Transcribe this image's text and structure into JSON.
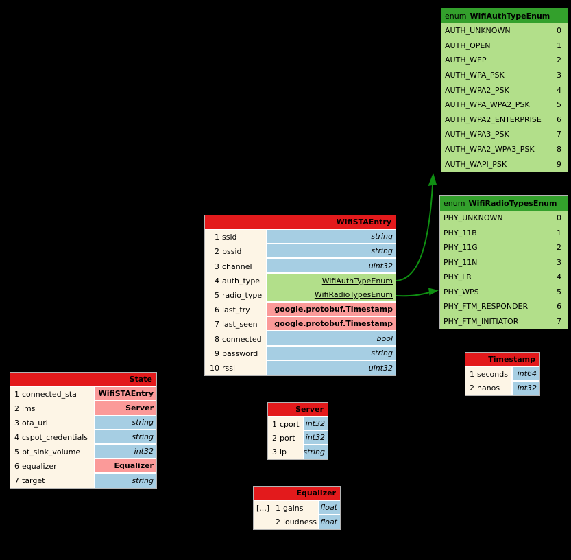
{
  "diagram": {
    "colors": {
      "message_header": "#e31a1c",
      "enum_header": "#33a02c",
      "enum_body": "#b2df8a",
      "scalar_cell": "#a6cee3",
      "message_ref_cell": "#fb9a99",
      "field_name_cell": "#fdf5e6",
      "edge": "#0f8f12"
    },
    "enums": [
      {
        "keyword": "enum",
        "name": "WifiAuthTypeEnum",
        "entries": [
          {
            "name": "AUTH_UNKNOWN",
            "value": "0"
          },
          {
            "name": "AUTH_OPEN",
            "value": "1"
          },
          {
            "name": "AUTH_WEP",
            "value": "2"
          },
          {
            "name": "AUTH_WPA_PSK",
            "value": "3"
          },
          {
            "name": "AUTH_WPA2_PSK",
            "value": "4"
          },
          {
            "name": "AUTH_WPA_WPA2_PSK",
            "value": "5"
          },
          {
            "name": "AUTH_WPA2_ENTERPRISE",
            "value": "6"
          },
          {
            "name": "AUTH_WPA3_PSK",
            "value": "7"
          },
          {
            "name": "AUTH_WPA2_WPA3_PSK",
            "value": "8"
          },
          {
            "name": "AUTH_WAPI_PSK",
            "value": "9"
          }
        ]
      },
      {
        "keyword": "enum",
        "name": "WifiRadioTypesEnum",
        "entries": [
          {
            "name": "PHY_UNKNOWN",
            "value": "0"
          },
          {
            "name": "PHY_11B",
            "value": "1"
          },
          {
            "name": "PHY_11G",
            "value": "2"
          },
          {
            "name": "PHY_11N",
            "value": "3"
          },
          {
            "name": "PHY_LR",
            "value": "4"
          },
          {
            "name": "PHY_WPS",
            "value": "5"
          },
          {
            "name": "PHY_FTM_RESPONDER",
            "value": "6"
          },
          {
            "name": "PHY_FTM_INITIATOR",
            "value": "7"
          }
        ]
      }
    ],
    "messages": [
      {
        "name": "WifiSTAEntry",
        "fields": [
          {
            "tag": "1",
            "name": "ssid",
            "type": "string"
          },
          {
            "tag": "2",
            "name": "bssid",
            "type": "string"
          },
          {
            "tag": "3",
            "name": "channel",
            "type": "uint32"
          },
          {
            "tag": "4",
            "name": "auth_type",
            "type": "WifiAuthTypeEnum"
          },
          {
            "tag": "5",
            "name": "radio_type",
            "type": "WifiRadioTypesEnum"
          },
          {
            "tag": "6",
            "name": "last_try",
            "type": "google.protobuf.Timestamp"
          },
          {
            "tag": "7",
            "name": "last_seen",
            "type": "google.protobuf.Timestamp"
          },
          {
            "tag": "8",
            "name": "connected",
            "type": "bool"
          },
          {
            "tag": "9",
            "name": "password",
            "type": "string"
          },
          {
            "tag": "10",
            "name": "rssi",
            "type": "uint32"
          }
        ]
      },
      {
        "name": "State",
        "fields": [
          {
            "tag": "1",
            "name": "connected_sta",
            "type": "WifiSTAEntry"
          },
          {
            "tag": "2",
            "name": "lms",
            "type": "Server"
          },
          {
            "tag": "3",
            "name": "ota_url",
            "type": "string"
          },
          {
            "tag": "4",
            "name": "cspot_credentials",
            "type": "string"
          },
          {
            "tag": "5",
            "name": "bt_sink_volume",
            "type": "int32"
          },
          {
            "tag": "6",
            "name": "equalizer",
            "type": "Equalizer"
          },
          {
            "tag": "7",
            "name": "target",
            "type": "string"
          }
        ]
      },
      {
        "name": "Timestamp",
        "fields": [
          {
            "tag": "1",
            "name": "seconds",
            "type": "int64"
          },
          {
            "tag": "2",
            "name": "nanos",
            "type": "int32"
          }
        ]
      },
      {
        "name": "Server",
        "fields": [
          {
            "tag": "1",
            "name": "cport",
            "type": "int32"
          },
          {
            "tag": "2",
            "name": "port",
            "type": "int32"
          },
          {
            "tag": "3",
            "name": "ip",
            "type": "string"
          }
        ]
      },
      {
        "name": "Equalizer",
        "fields": [
          {
            "prefix": "[...]",
            "tag": "1",
            "name": "gains",
            "type": "float"
          },
          {
            "prefix": "",
            "tag": "2",
            "name": "loudness",
            "type": "float"
          }
        ]
      }
    ],
    "edges": [
      {
        "from": "WifiSTAEntry.auth_type",
        "to": "WifiAuthTypeEnum"
      },
      {
        "from": "WifiSTAEntry.radio_type",
        "to": "WifiRadioTypesEnum"
      }
    ]
  }
}
